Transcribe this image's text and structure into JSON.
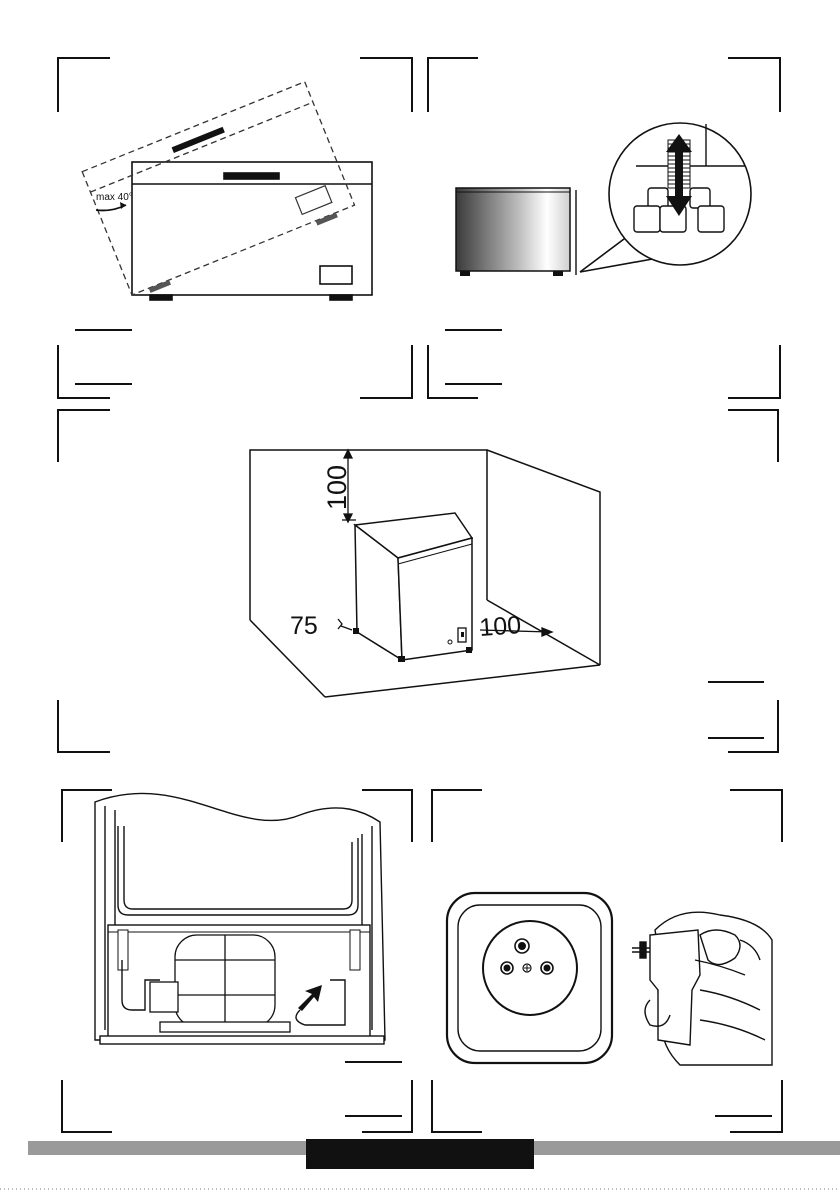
{
  "figures": {
    "tilt": {
      "angle_label": "max 40°"
    },
    "clearance": {
      "top_label": "100",
      "side_label": "75",
      "rear_label": "100"
    }
  },
  "colors": {
    "line": "#111111",
    "footer_bar": "#9a9a9a",
    "footer_block": "#111111"
  }
}
